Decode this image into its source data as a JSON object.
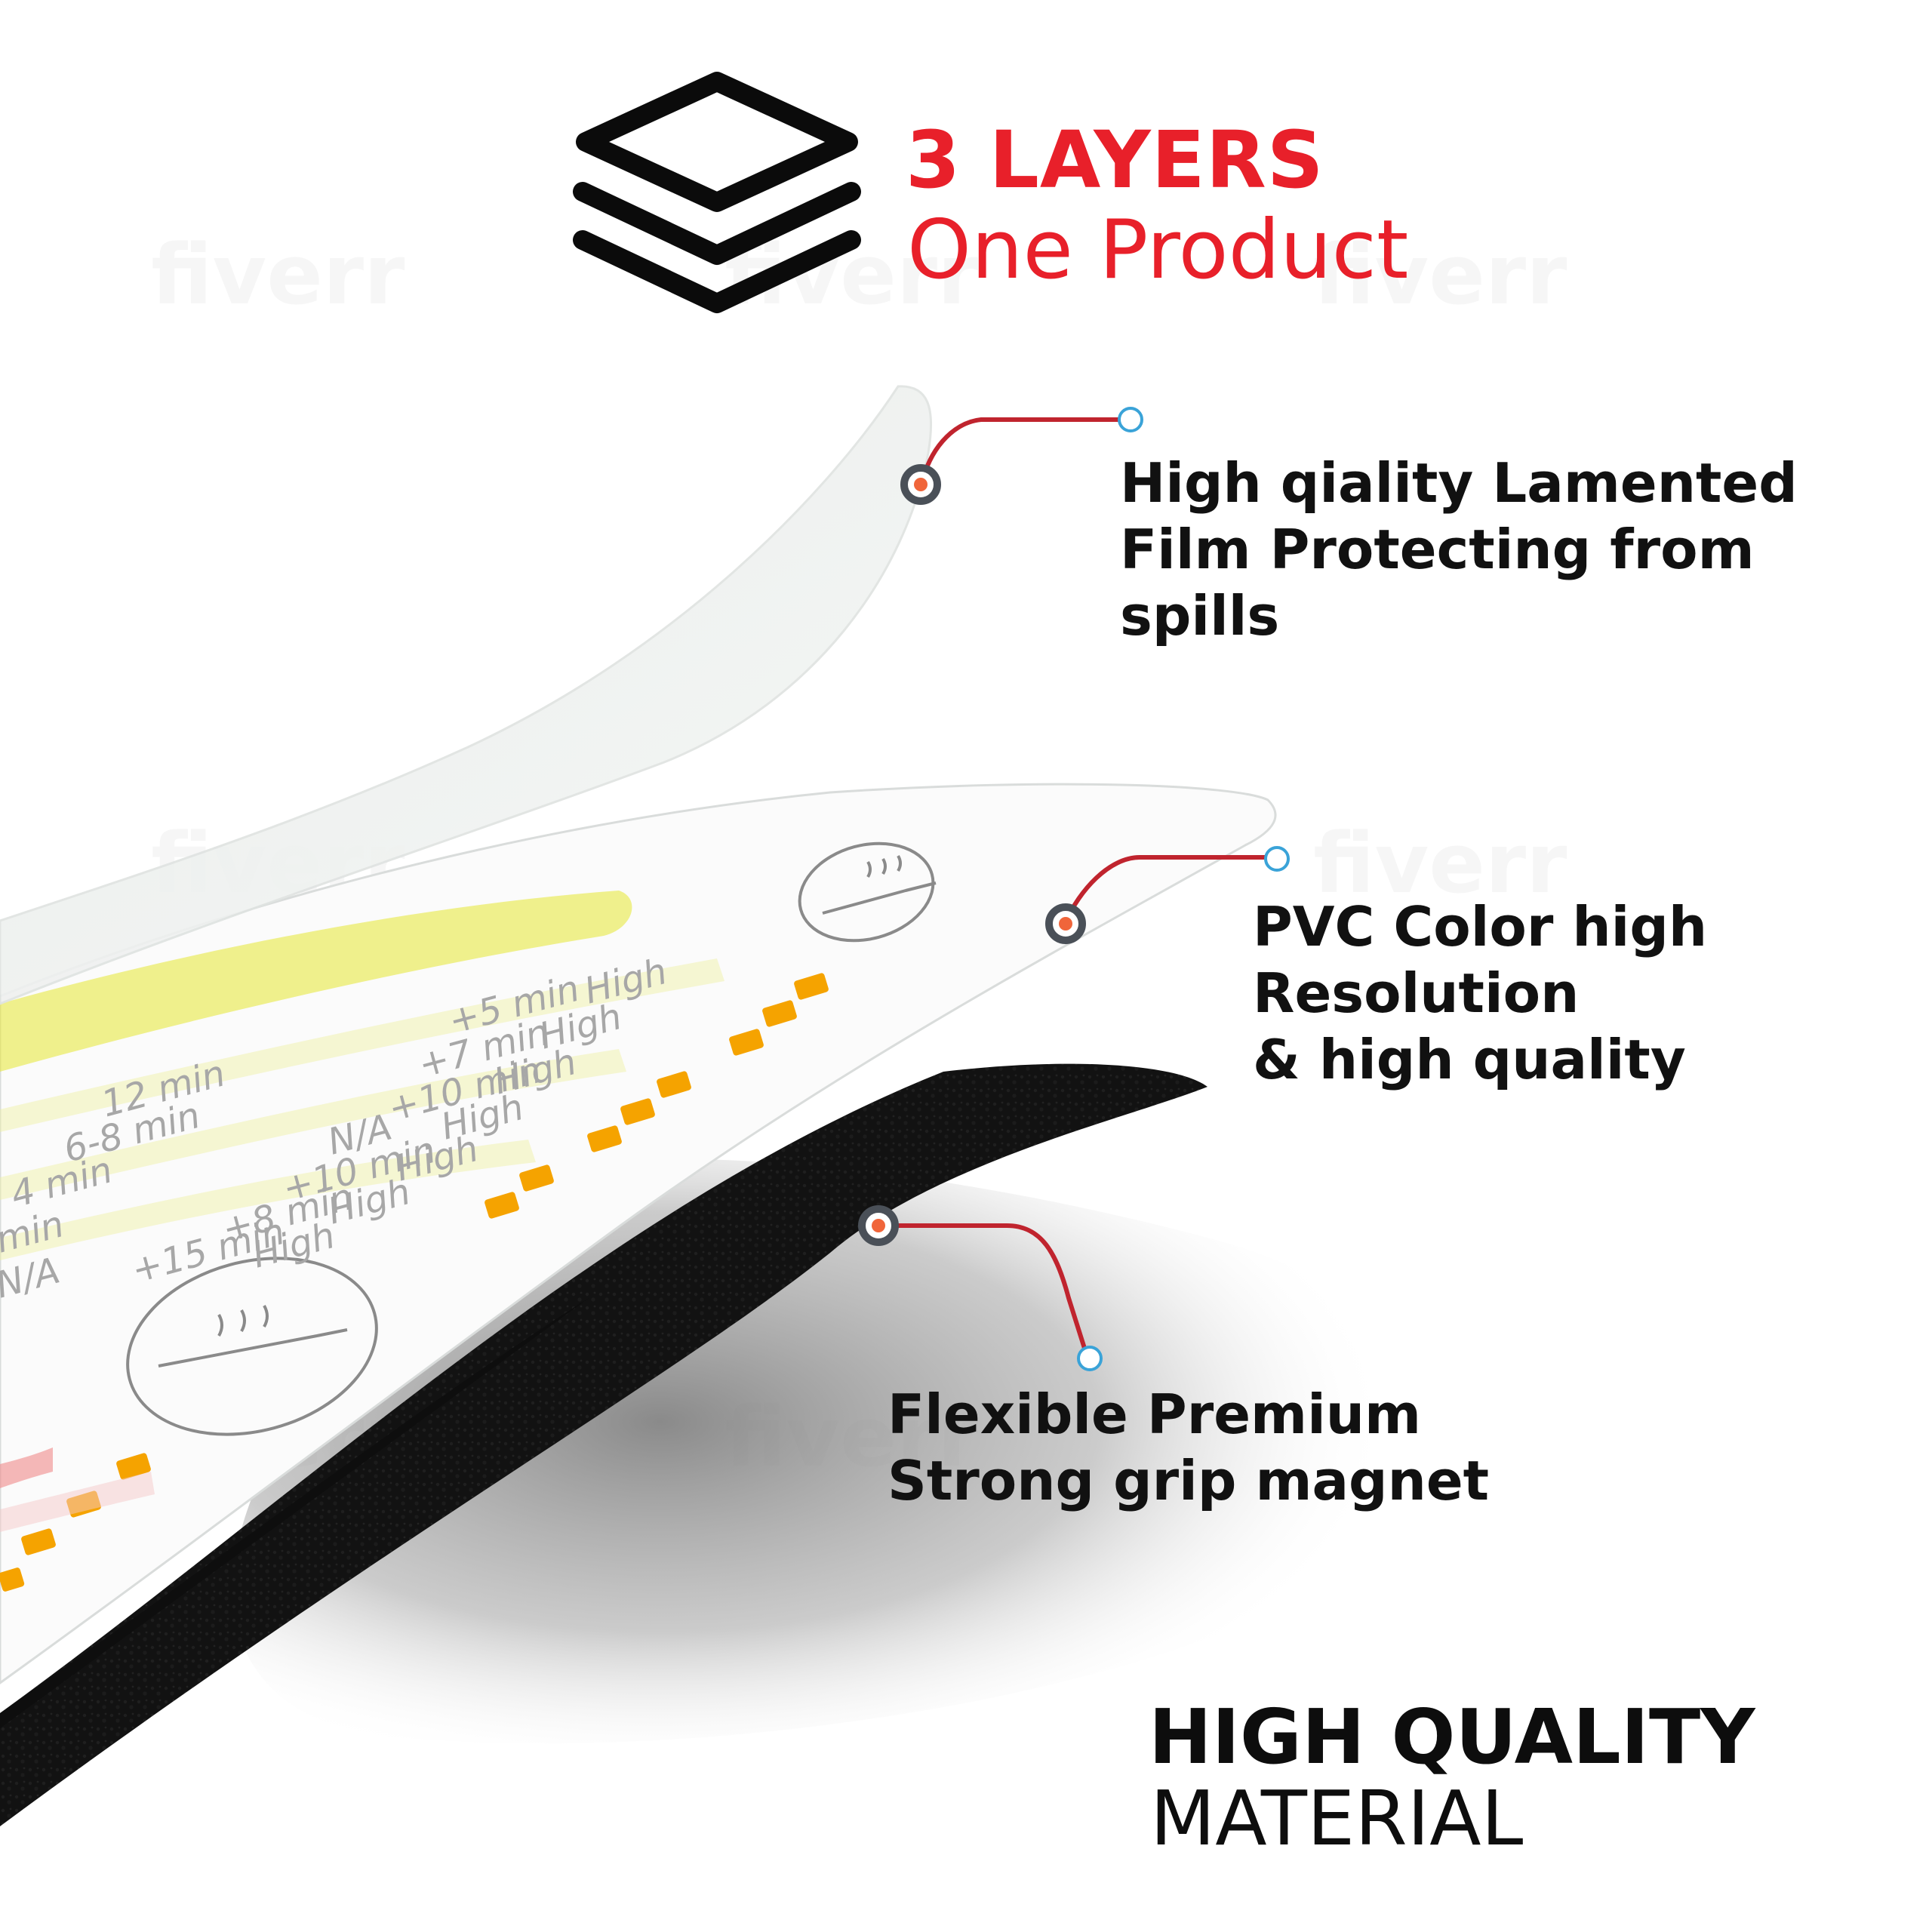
{
  "header": {
    "title": "3 LAYERS",
    "subtitle": "One Product",
    "icon": "layers-icon"
  },
  "callouts": [
    {
      "lines": [
        "High qiality Lamented",
        "Film Protecting from",
        "spills"
      ]
    },
    {
      "lines": [
        "PVC Color high",
        "Resolution",
        "& high quality"
      ]
    },
    {
      "lines": [
        "Flexible Premium",
        "Strong grip magnet"
      ]
    }
  ],
  "footer": {
    "title": "HIGH QUALITY",
    "subtitle": "MATERIAL"
  },
  "watermark": "fiverr",
  "chart_card": {
    "times": [
      "+5 min",
      "+7 min",
      "+10 min",
      "N/A",
      "+10 min",
      "+8 min",
      "+15 min"
    ],
    "times_left": [
      "12 min",
      "6-8 min",
      "4 min",
      "min",
      "N/A"
    ],
    "heat": [
      "High",
      "High",
      "High",
      "High",
      "High",
      "High",
      "High"
    ]
  },
  "colors": {
    "accent": "#e8202a",
    "text": "#111111",
    "line": "#c0242e",
    "dot_outer": "#4a5058",
    "dot_inner": "#f0653a",
    "end_dot": "#3aa3d8",
    "orange": "#f5a300",
    "yellow": "#e6e832"
  }
}
